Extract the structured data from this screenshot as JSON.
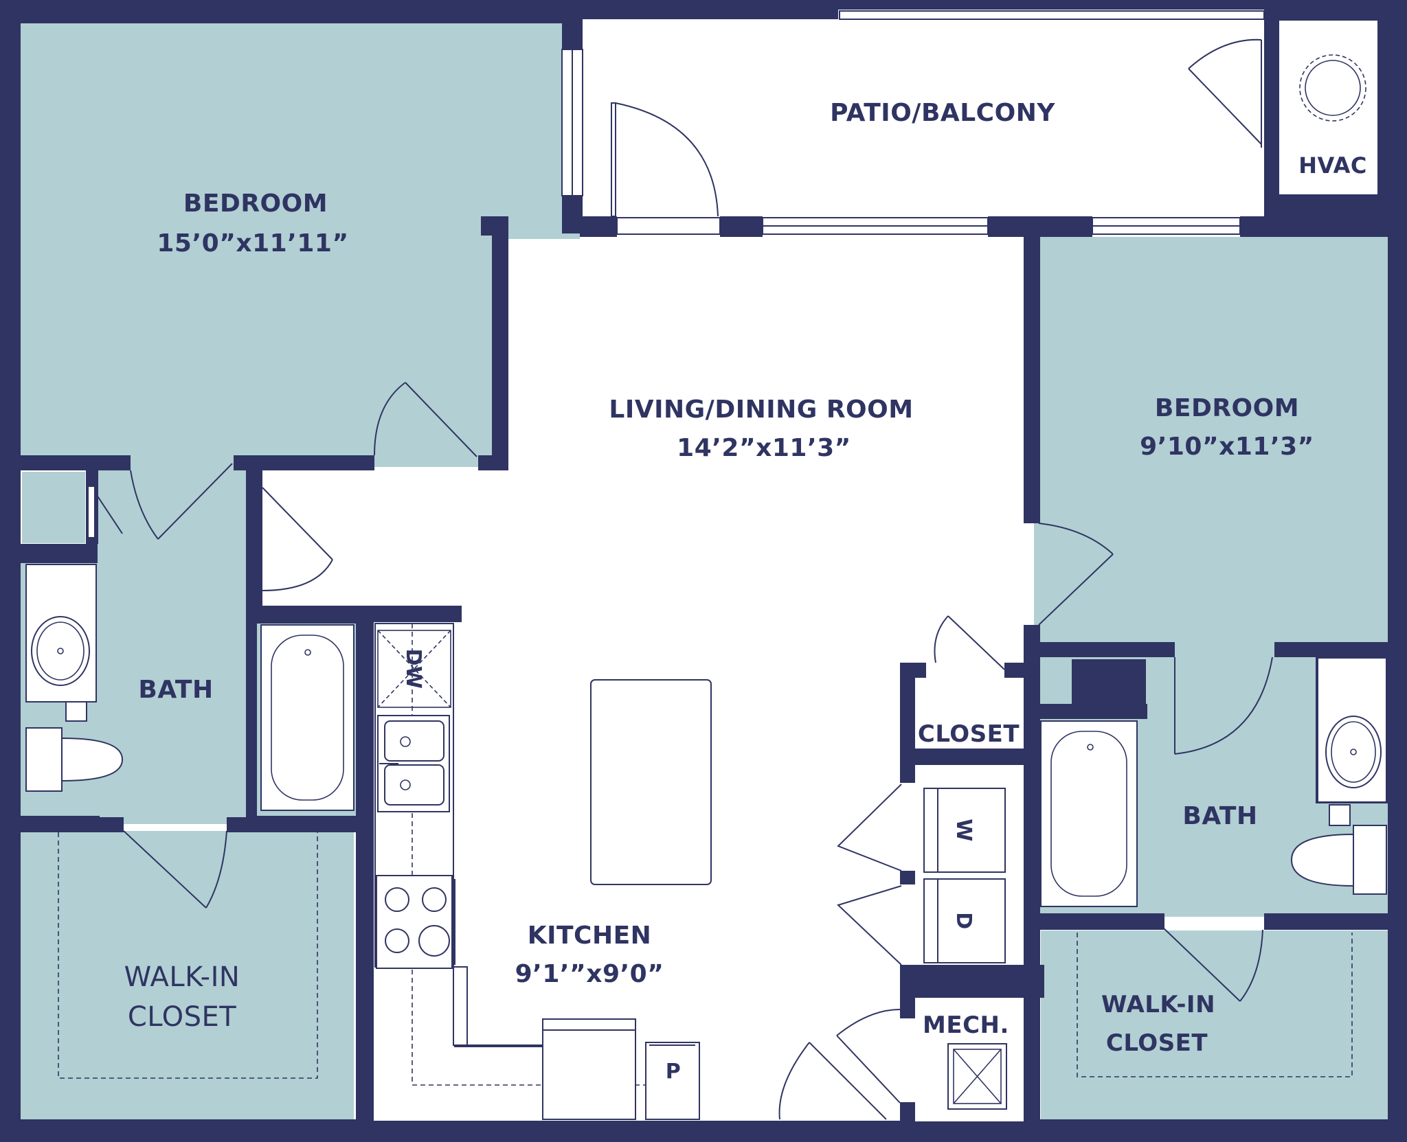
{
  "colors": {
    "wall": "#2f3462",
    "private_room_fill": "#b2cfd3",
    "common_room_fill": "#ffffff"
  },
  "rooms": {
    "bedroom_left": {
      "name": "BEDROOM",
      "size": "15’0”x11’11”"
    },
    "patio": {
      "name": "PATIO/BALCONY"
    },
    "hvac": {
      "name": "HVAC"
    },
    "living": {
      "name": "LIVING/DINING ROOM",
      "size": "14’2”x11’3”"
    },
    "bedroom_right": {
      "name": "BEDROOM",
      "size": "9’10”x11’3”"
    },
    "bath_left": {
      "name": "BATH"
    },
    "bath_right": {
      "name": "BATH"
    },
    "closet": {
      "name": "CLOSET"
    },
    "walkin_left": {
      "line1": "WALK-IN",
      "line2": "CLOSET"
    },
    "walkin_right": {
      "line1": "WALK-IN",
      "line2": "CLOSET"
    },
    "kitchen": {
      "name": "KITCHEN",
      "size": "9’1’”x9’0”"
    },
    "mech": {
      "name": "MECH."
    }
  },
  "appliances": {
    "dishwasher": "DW",
    "washer": "W",
    "dryer": "D",
    "pantry": "P"
  }
}
